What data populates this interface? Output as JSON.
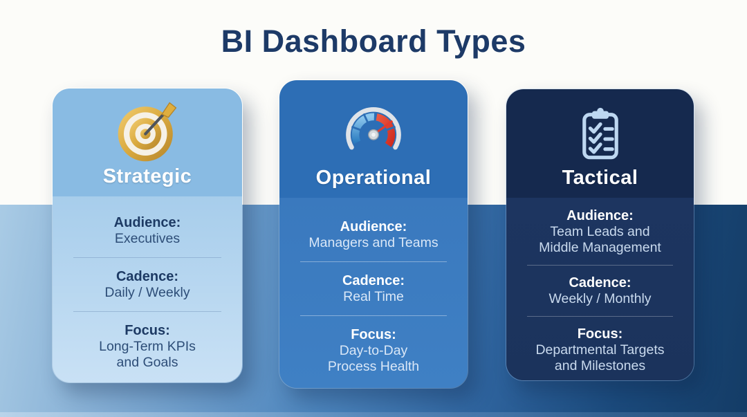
{
  "title": "BI Dashboard Types",
  "background": {
    "top_color": "#fcfcf9",
    "band_gradient_left": "#a9cbe5",
    "band_gradient_mid": "#4c84bc",
    "band_gradient_right": "#143c66"
  },
  "cards": [
    {
      "name": "Strategic",
      "icon": "target-icon",
      "colors": {
        "header_bg": "#89bbe3",
        "body_bg": "#a7cdeb",
        "body_bg2": "#c9e1f5",
        "label": "#1d3a64",
        "value": "#2d4d77",
        "divider": "rgba(110,145,185,0.45)",
        "border": "rgba(255,255,255,0.25)"
      },
      "fields": [
        {
          "label": "Audience:",
          "lines": [
            "Executives"
          ]
        },
        {
          "label": "Cadence:",
          "lines": [
            "Daily / Weekly"
          ]
        },
        {
          "label": "Focus:",
          "lines": [
            "Long-Term KPIs",
            "and Goals"
          ]
        }
      ]
    },
    {
      "name": "Operational",
      "icon": "gauge-icon",
      "colors": {
        "header_bg": "#2d6eb5",
        "body_bg": "#3a79be",
        "body_bg2": "#3f80c4",
        "label": "#ffffff",
        "value": "#d9e7f7",
        "divider": "rgba(255,255,255,0.38)",
        "border": "rgba(255,255,255,0.18)"
      },
      "fields": [
        {
          "label": "Audience:",
          "lines": [
            "Managers and Teams"
          ]
        },
        {
          "label": "Cadence:",
          "lines": [
            "Real Time"
          ]
        },
        {
          "label": "Focus:",
          "lines": [
            "Day-to-Day",
            "Process Health"
          ]
        }
      ]
    },
    {
      "name": "Tactical",
      "icon": "checklist-icon",
      "colors": {
        "header_bg": "#15294e",
        "body_bg": "#1d3560",
        "body_bg2": "#1b335c",
        "label": "#ffffff",
        "value": "#c9daee",
        "divider": "rgba(255,255,255,0.28)",
        "border": "rgba(160,190,225,0.38)"
      },
      "fields": [
        {
          "label": "Audience:",
          "lines": [
            "Team Leads and",
            "Middle Management"
          ]
        },
        {
          "label": "Cadence:",
          "lines": [
            "Weekly / Monthly"
          ]
        },
        {
          "label": "Focus:",
          "lines": [
            "Departmental Targets",
            "and Milestones"
          ]
        }
      ]
    }
  ]
}
